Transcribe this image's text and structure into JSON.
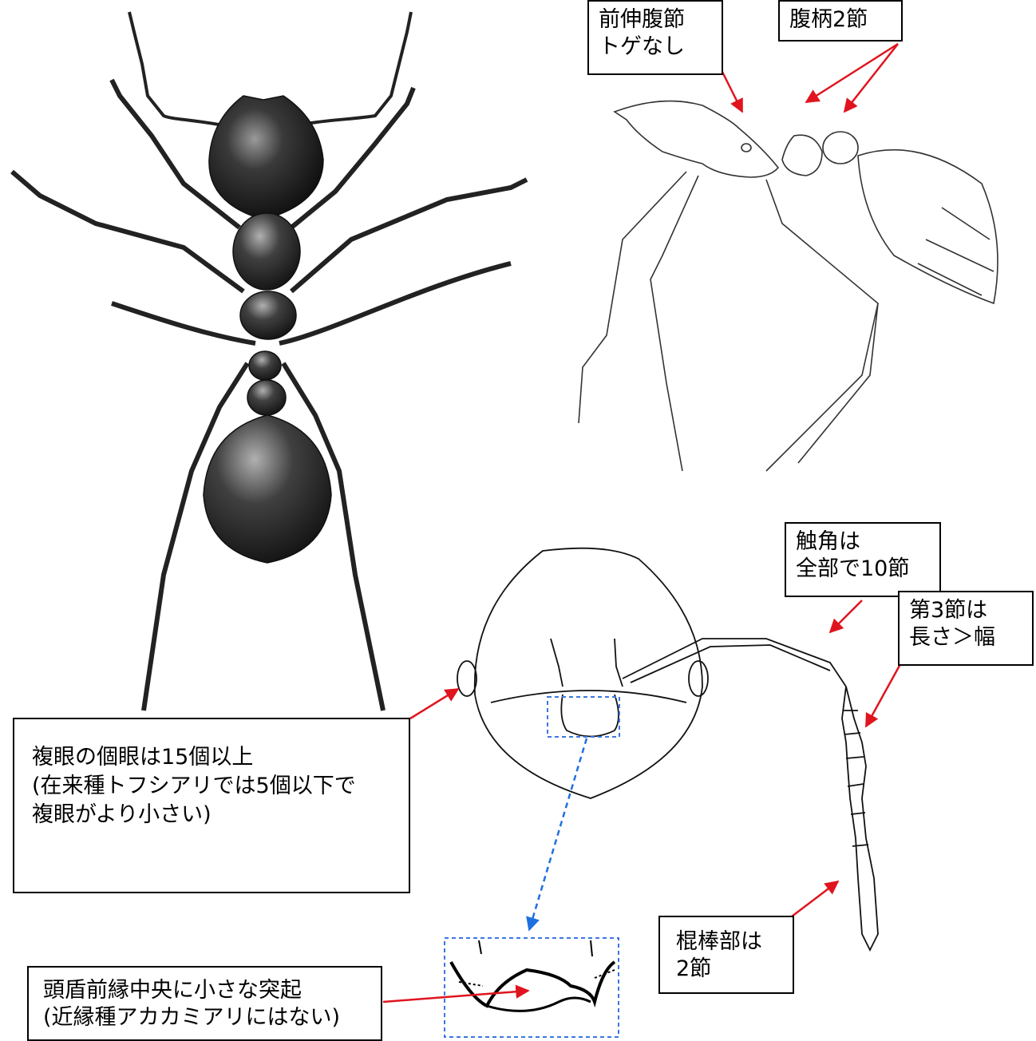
{
  "labels": {
    "postpetiole": "前伸腹節\nトゲなし",
    "petiole": "腹柄2節",
    "antenna": "触角は\n全部で10節",
    "third_segment": "第3節は\n長さ＞幅",
    "compound_eye": "複眼の個眼は15個以上\n(在来種トフシアリでは5個以下で\n複眼がより小さい)",
    "club": "棍棒部は\n2節",
    "clypeus": "頭盾前縁中央に小さな突起\n(近縁種アカカミアリにはない)"
  },
  "colors": {
    "arrow": "#e0141e",
    "dashed_arrow": "#1f6fe0",
    "dashed_box": "#3a78e0",
    "ink": "#111111"
  },
  "icons": {
    "ant_dorsal": "ant-dorsal-illustration",
    "ant_lateral": "ant-lateral-illustration",
    "head_front": "ant-head-front-illustration",
    "clypeus_detail": "clypeus-detail-illustration"
  }
}
